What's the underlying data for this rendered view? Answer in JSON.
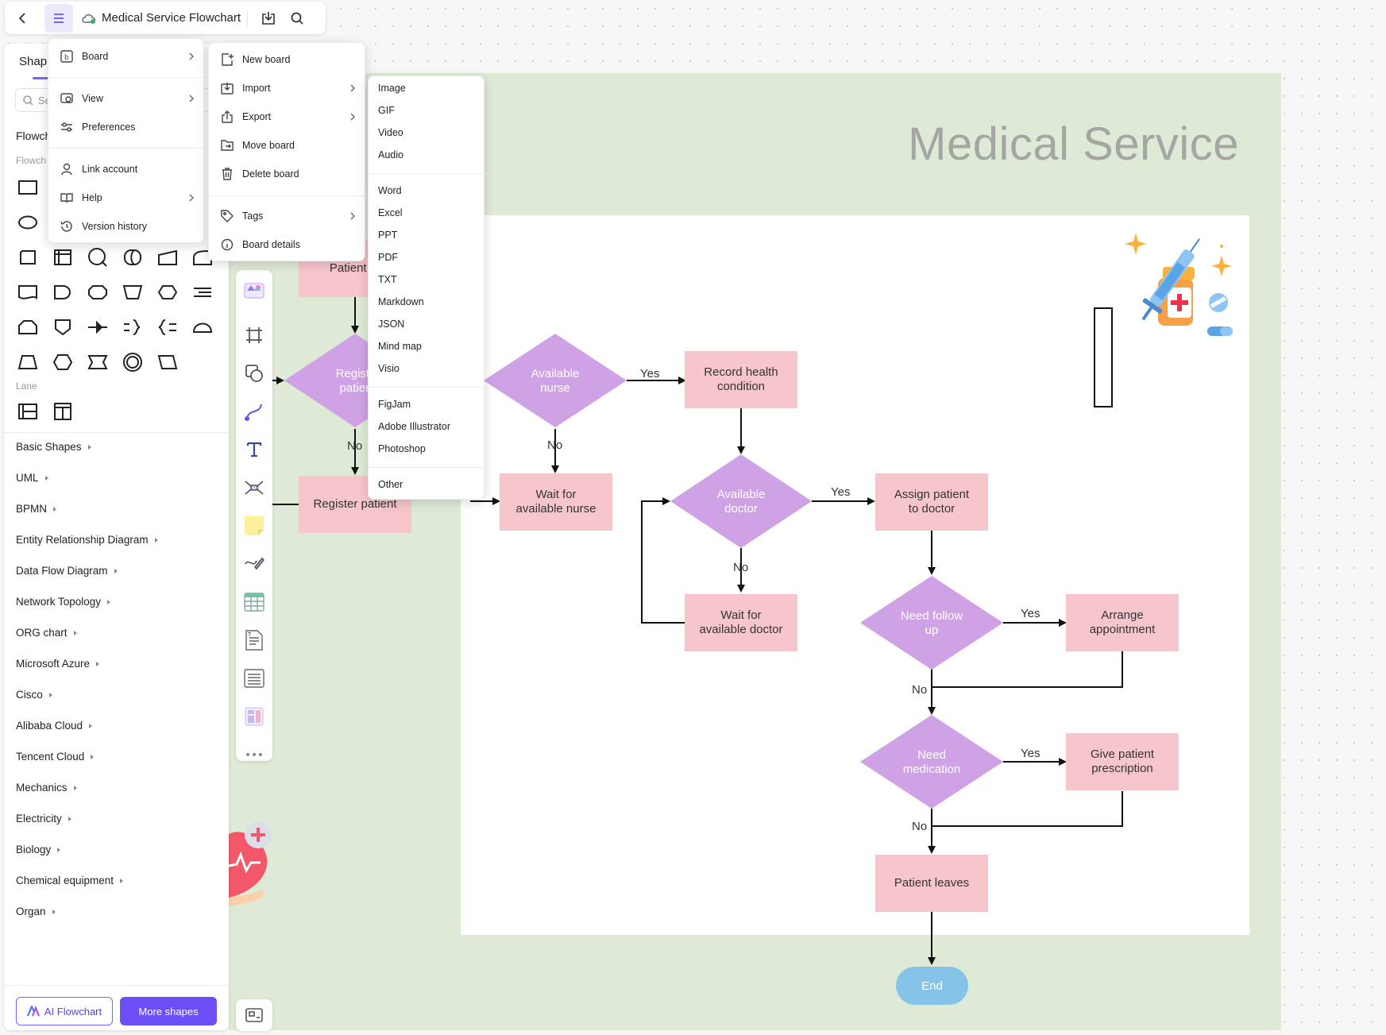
{
  "header": {
    "title": "Medical Service Flowchart",
    "back_icon": "chevron-left-icon",
    "menu_icon": "hamburger-icon",
    "cloud_icon": "cloud-sync-icon",
    "download_icon": "download-icon",
    "search_icon": "search-icon"
  },
  "left_panel": {
    "tab_label": "Shap",
    "search_placeholder": "Se",
    "section_title": "Flowch",
    "section_sub": "Flowch",
    "lane_label": "Lane",
    "libraries": [
      "Basic Shapes",
      "UML",
      "BPMN",
      "Entity Relationship Diagram",
      "Data Flow Diagram",
      "Network Topology",
      "ORG chart",
      "Microsoft Azure",
      "Cisco",
      "Alibaba Cloud",
      "Tencent Cloud",
      "Mechanics",
      "Electricity",
      "Biology",
      "Chemical equipment",
      "Organ"
    ],
    "ai_button": "AI Flowchart",
    "more_button": "More shapes"
  },
  "main_menu": {
    "items": [
      {
        "label": "Board",
        "icon": "board-icon",
        "submenu": true
      },
      {
        "label": "View",
        "icon": "view-icon",
        "submenu": true
      },
      {
        "label": "Preferences",
        "icon": "sliders-icon",
        "submenu": false
      },
      {
        "label": "Link account",
        "icon": "user-icon",
        "submenu": false
      },
      {
        "label": "Help",
        "icon": "book-icon",
        "submenu": true
      },
      {
        "label": "Version history",
        "icon": "history-icon",
        "submenu": false
      }
    ]
  },
  "board_menu": {
    "items": [
      {
        "label": "New board",
        "icon": "new-board-icon",
        "submenu": false
      },
      {
        "label": "Import",
        "icon": "import-icon",
        "submenu": true
      },
      {
        "label": "Export",
        "icon": "export-icon",
        "submenu": true
      },
      {
        "label": "Move board",
        "icon": "move-board-icon",
        "submenu": false
      },
      {
        "label": "Delete board",
        "icon": "trash-icon",
        "submenu": false
      },
      {
        "label": "Tags",
        "icon": "tag-icon",
        "submenu": true
      },
      {
        "label": "Board details",
        "icon": "info-icon",
        "submenu": false
      }
    ]
  },
  "import_menu": {
    "groups": [
      [
        "Image",
        "GIF",
        "Video",
        "Audio"
      ],
      [
        "Word",
        "Excel",
        "PPT",
        "PDF",
        "TXT",
        "Markdown",
        "JSON",
        "Mind map",
        "Visio"
      ],
      [
        "FigJam",
        "Adobe Illustrator",
        "Photoshop"
      ],
      [
        "Other"
      ]
    ]
  },
  "board": {
    "title": "Medical Service",
    "nodes": {
      "patient_arrives": "Patient ar",
      "registered": "Registe\npatien",
      "register_patient": "Register patient",
      "available_nurse": "Available\nnurse",
      "record_health": "Record health\ncondition",
      "wait_nurse": "Wait for\navailable nurse",
      "available_doctor": "Available\ndoctor",
      "wait_doctor": "Wait for\navailable doctor",
      "assign_patient": "Assign patient\nto doctor",
      "need_follow_up": "Need follow\nup",
      "arrange_appointment": "Arrange\nappointment",
      "need_medication": "Need\nmedication",
      "give_prescription": "Give patient\nprescription",
      "patient_leaves": "Patient leaves",
      "end": "End"
    },
    "edge_labels": {
      "yes": "Yes",
      "no": "No"
    }
  },
  "colors": {
    "accent": "#6e4ff6",
    "process_fill": "#f6c6cc",
    "decision_fill": "#cfa2e6",
    "terminal_fill": "#85c4e8",
    "board_bg": "#deead6"
  }
}
